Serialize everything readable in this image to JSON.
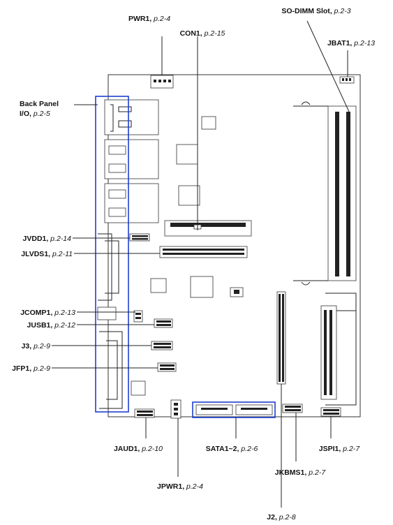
{
  "labels": {
    "pwr1": {
      "name": "PWR1",
      "ref": "p.2-4"
    },
    "sodimm": {
      "name": "SO-DIMM Slot",
      "ref": "p.2-3"
    },
    "con1": {
      "name": "CON1",
      "ref": "p.2-15"
    },
    "jbat1": {
      "name": "JBAT1",
      "ref": "p.2-13"
    },
    "backpanel": {
      "name1": "Back Panel",
      "name2": "I/O",
      "ref": "p.2-5"
    },
    "jvdd1": {
      "name": "JVDD1",
      "ref": "p.2-14"
    },
    "jlvds1": {
      "name": "JLVDS1",
      "ref": "p.2-11"
    },
    "jcomp1": {
      "name": "JCOMP1",
      "ref": "p.2-13"
    },
    "jusb1": {
      "name": "JUSB1",
      "ref": "p.2-12"
    },
    "j3": {
      "name": "J3",
      "ref": "p.2-9"
    },
    "jfp1": {
      "name": "JFP1",
      "ref": "p.2-9"
    },
    "jaud1": {
      "name": "JAUD1",
      "ref": "p.2-10"
    },
    "sata": {
      "name": "SATA1~2",
      "ref": "p.2-6"
    },
    "jspi1": {
      "name": "JSPI1",
      "ref": "p.2-7"
    },
    "jkbms1": {
      "name": "JKBMS1",
      "ref": "p.2-7"
    },
    "jpwr1": {
      "name": "JPWR1",
      "ref": "p.2-4"
    },
    "j2": {
      "name": "J2",
      "ref": "p.2-8"
    }
  },
  "colors": {
    "highlight": "#1f3fd0",
    "line": "#222222"
  }
}
